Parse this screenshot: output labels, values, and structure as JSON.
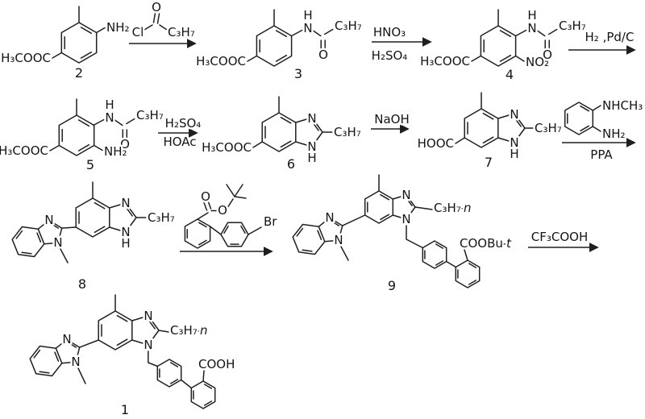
{
  "scheme": {
    "compounds": {
      "c2": {
        "number": "2",
        "ester": "H₃COOC",
        "amine": "NH₂"
      },
      "c3": {
        "number": "3",
        "ester": "H₃COOC",
        "nh_n": "N",
        "nh_h": "H",
        "carbonyl_o": "O",
        "propyl": "C₃H₇"
      },
      "c4": {
        "number": "4",
        "ester": "H₃COOC",
        "nh_n": "N",
        "nh_h": "H",
        "carbonyl_o": "O",
        "propyl": "C₃H₇",
        "nitro": "NO₂"
      },
      "c5": {
        "number": "5",
        "ester": "H₃COOC",
        "nh_n": "N",
        "nh_h": "H",
        "carbonyl_o": "O",
        "propyl": "C₃H₇",
        "amine": "NH₂"
      },
      "c6": {
        "number": "6",
        "ester": "H₃COOC",
        "n_top": "N",
        "n_bottom": "N",
        "nh_h": "H",
        "propyl": "C₃H₇"
      },
      "c7": {
        "number": "7",
        "acid": "HOOC",
        "n_top": "N",
        "n_bottom": "N",
        "nh_h": "H",
        "propyl": "C₃H₇"
      },
      "c8": {
        "number": "8",
        "n1": "N",
        "n2": "N",
        "n3": "N",
        "n4": "N",
        "nh_h": "H",
        "propyl": "C₃H₇"
      },
      "c9": {
        "number": "9",
        "n1": "N",
        "n2": "N",
        "n3": "N",
        "n4": "N",
        "propyl": "C₃H₇-",
        "propyl_suffix": "n",
        "ester": "COOBu-",
        "ester_suffix": "t"
      },
      "c1": {
        "number": "1",
        "n1": "N",
        "n2": "N",
        "n3": "N",
        "n4": "N",
        "propyl": "C₃H₇-",
        "propyl_suffix": "n",
        "acid": "COOH"
      }
    },
    "reagents": {
      "acyl_chloride": {
        "cl": "Cl",
        "o": "O",
        "propyl": "C₃H₇"
      },
      "diamine": {
        "nhch3": "NHCH₃",
        "nh2": "NH₂"
      },
      "bromide": {
        "o_carbonyl": "O",
        "o_ester": "O",
        "br": "Br"
      }
    },
    "steps": {
      "nitration": {
        "above": "HNO₃",
        "below": "H₂SO₄"
      },
      "hydrogenation": {
        "above": "H₂ ,Pd/C"
      },
      "cyclization": {
        "above": "H₂SO₄",
        "below": "HOAc"
      },
      "hydrolysis": {
        "above": "NaOH"
      },
      "amidation": {
        "below": "PPA"
      },
      "deprotection": {
        "above": "CF₃COOH"
      }
    }
  }
}
